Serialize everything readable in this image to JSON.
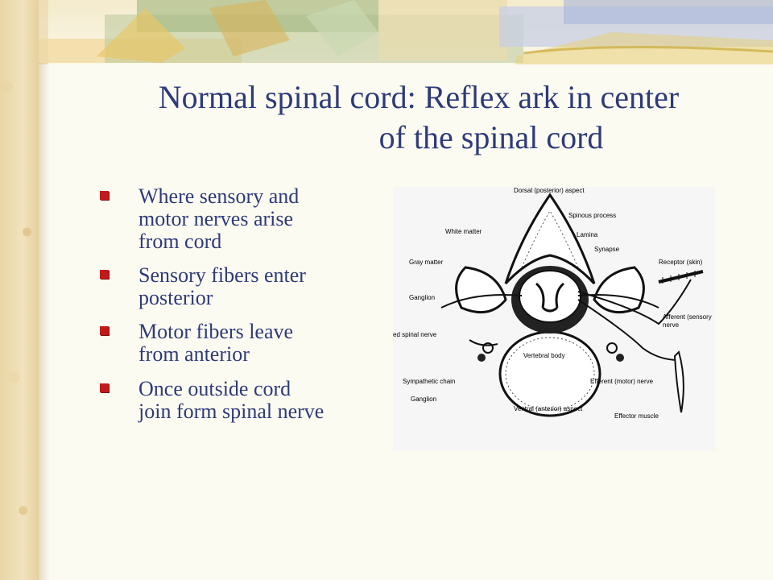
{
  "slide": {
    "title_line1": "Normal spinal cord: Reflex ark in center",
    "title_line2": "of the spinal cord",
    "bullets": [
      {
        "line1": "Where sensory and",
        "line2": "motor nerves arise",
        "line3": "from cord"
      },
      {
        "line1": "Sensory fibers enter",
        "line2": "posterior"
      },
      {
        "line1": "Motor fibers leave",
        "line2": "from anterior"
      },
      {
        "line1": "Once outside cord",
        "line2": "join form spinal nerve"
      }
    ],
    "bullet_marker_color": "#c21a1a",
    "title_color": "#2e3a7a"
  },
  "diagram": {
    "labels": {
      "dorsal": "Dorsal (posterior) aspect",
      "spinous": "Spinous process",
      "white_matter": "White matter",
      "lamina": "Lamina",
      "synapse": "Synapse",
      "receptor": "Receptor (skin)",
      "gray_matter": "Gray matter",
      "ganglion_top": "Ganglion",
      "afferent1": "Afferent (sensory",
      "afferent2": "nerve",
      "spinal_nerve": "ed spinal nerve",
      "vertebral_body": "Vertebral body",
      "sympathetic": "Sympathetic chain",
      "efferent": "Efferent (motor) nerve",
      "ganglion_bottom": "Ganglion",
      "ventral": "Ventral (anterior) aspect",
      "effector": "Effector muscle"
    }
  }
}
